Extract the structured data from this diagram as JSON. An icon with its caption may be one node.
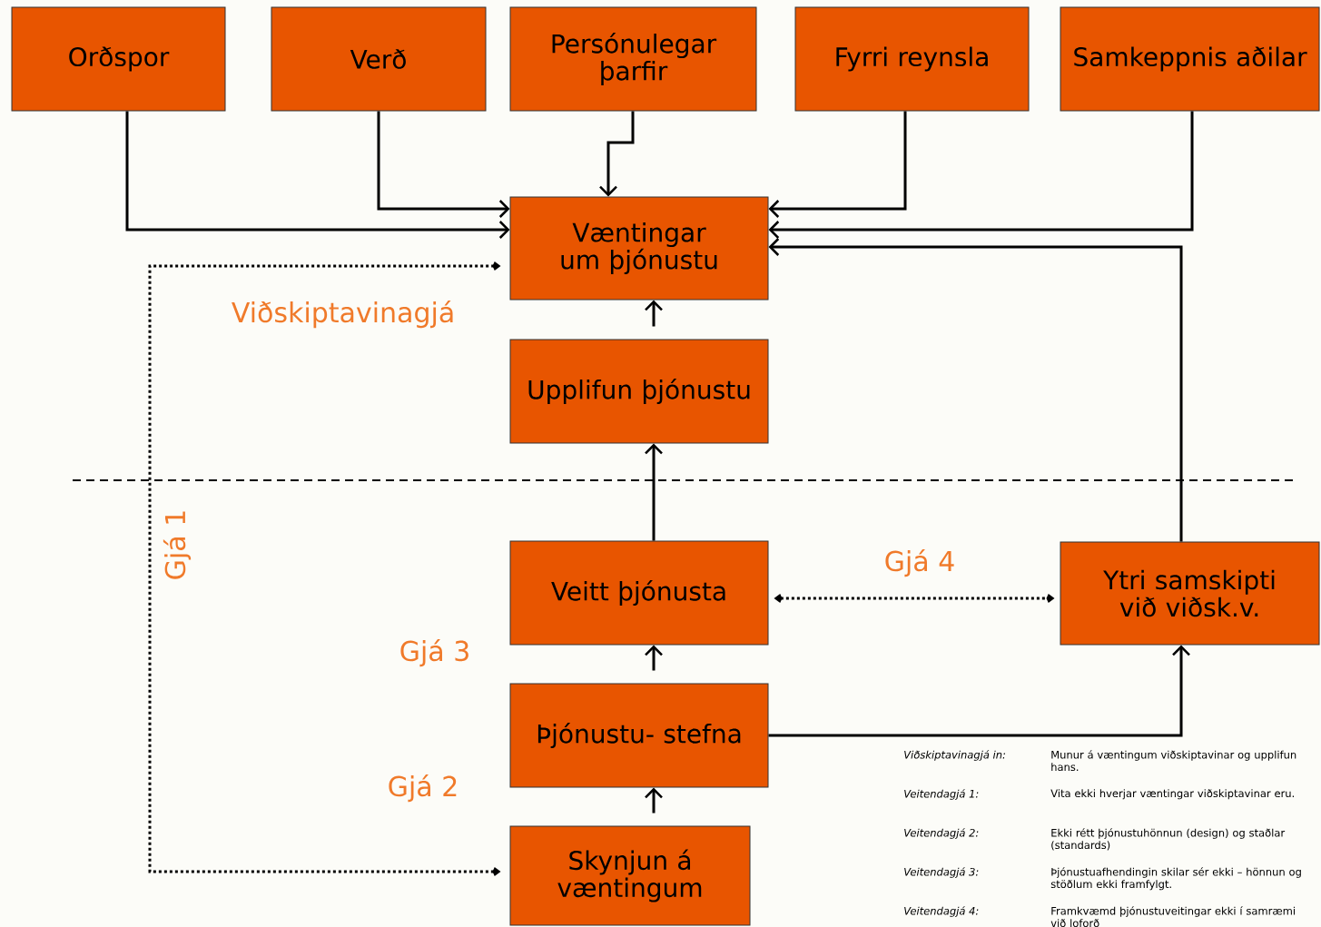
{
  "diagram": {
    "nodes": [
      {
        "text": [
          "Orðspor"
        ]
      },
      {
        "text": [
          "Verð"
        ]
      },
      {
        "text": [
          "Persónulegar þarfir"
        ]
      },
      {
        "text": [
          "Fyrri reynsla"
        ]
      },
      {
        "text": [
          "Samkeppnis aðilar"
        ]
      },
      {
        "text": [
          "Væntingar um þjónustu"
        ]
      },
      {
        "text": [
          "Upplifun þjónustu"
        ]
      },
      {
        "text": [
          "Veitt þjónusta"
        ]
      },
      {
        "text": [
          "Ytri samskipti við viðsk.v."
        ]
      },
      {
        "text": [
          "Þjónustu- stefna"
        ]
      },
      {
        "text": [
          "Skynjun á væntingum"
        ]
      }
    ],
    "edges": [
      {
        "from": 0,
        "to": 5,
        "arrow": "to"
      },
      {
        "from": 1,
        "to": 5,
        "arrow": "to"
      },
      {
        "from": 2,
        "to": 5,
        "arrow": "to"
      },
      {
        "from": 3,
        "to": 5,
        "arrow": "to"
      },
      {
        "from": 4,
        "to": 5,
        "arrow": "to"
      },
      {
        "from": 8,
        "to": 5,
        "arrow": "to"
      },
      {
        "from": 6,
        "to": 5,
        "arrow": "to"
      },
      {
        "from": 7,
        "to": 6,
        "arrow": "to"
      },
      {
        "from": 9,
        "to": 7,
        "arrow": "to"
      },
      {
        "from": 10,
        "to": 9,
        "arrow": "to"
      },
      {
        "from": 9,
        "to": 8,
        "arrow": "to"
      },
      {
        "from": 7,
        "to": 8,
        "arrow": "both",
        "style": "dashed",
        "label": "Gjá 4"
      },
      {
        "from": 5,
        "to": 10,
        "arrow": "both",
        "style": "dashed",
        "label": "Gjá 1"
      }
    ],
    "labels": [
      "Viðskiptavinagjá",
      "Gjá 3",
      "Gjá 2",
      "Viðskiptavinagjá in:",
      "Munur á væntingum viðskiptavinar og upplifun hans.",
      "Veitendagjá 1:",
      "Vita ekki hverjar væntingar viðskiptavinar eru.",
      "Veitendagjá 2:",
      "Ekki rétt þjónustuhönnun (design) og staðlar (standards)",
      "Veitendagjá 3:",
      "Þjónustuafhendingin skilar sér ekki – hönnun og stöðlum ekki framfylgt.",
      "Veitendagjá 4:",
      "Framkvæmd þjónustuveitingar ekki í samræmi við loforð"
    ]
  }
}
